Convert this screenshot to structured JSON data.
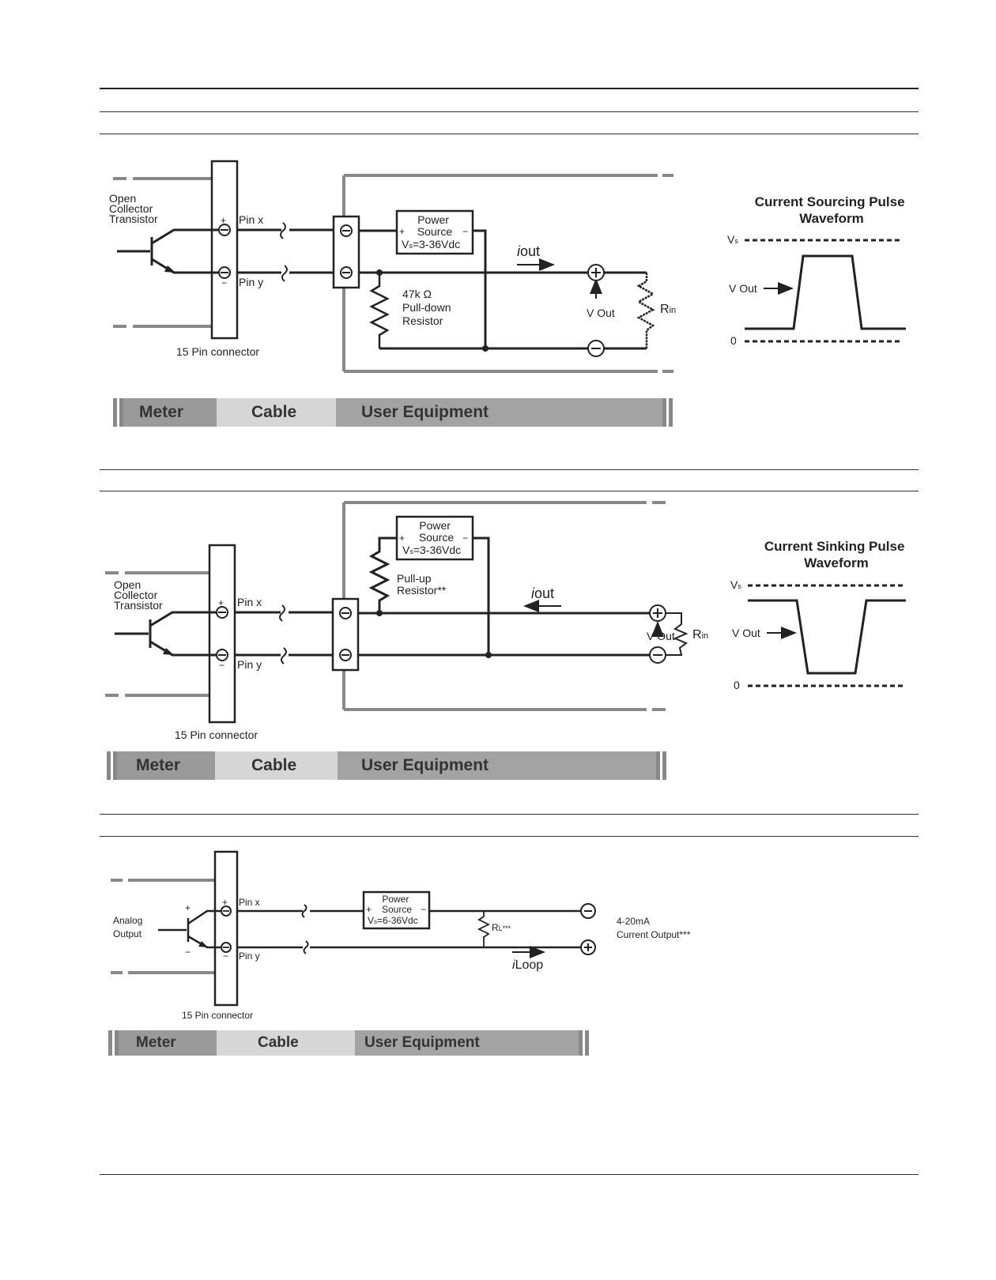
{
  "common": {
    "open_collector": [
      "Open",
      "Collector",
      "Transistor"
    ],
    "pin_x": "Pin x",
    "pin_y": "Pin y",
    "connector": "15 Pin connector",
    "power_source": [
      "Power",
      "Source"
    ],
    "plus": "+",
    "minus": "−",
    "iout": "out",
    "v_out": "V Out",
    "r_in_main": "R",
    "r_in_sub": "in",
    "vs_label": "V",
    "vs_sub": "s",
    "zero": "0"
  },
  "diagram1": {
    "vs_range": "=3-36Vdc",
    "resistor": [
      "47k Ω",
      "Pull-down",
      "Resistor"
    ],
    "waveform_title": [
      "Current Sourcing Pulse",
      "Waveform"
    ]
  },
  "diagram2": {
    "vs_range": "=3-36Vdc",
    "resistor": [
      "Pull-up",
      "Resistor**"
    ],
    "waveform_title": [
      "Current Sinking Pulse",
      "Waveform"
    ]
  },
  "diagram3": {
    "analog_output": [
      "Analog",
      "Output"
    ],
    "vs_range": "=6-36Vdc",
    "rl_main": "R",
    "rl_sub": "L***",
    "loop_main": "i",
    "loop_sub": "Loop",
    "current_output": [
      "4-20mA",
      "Current Output***"
    ]
  },
  "legend_bars": [
    {
      "meter": "Meter",
      "cable": "Cable",
      "user": "User Equipment"
    },
    {
      "meter": "Meter",
      "cable": "Cable",
      "user": "User Equipment"
    },
    {
      "meter": "Meter",
      "cable": "Cable",
      "user": "User Equipment"
    }
  ],
  "colors": {
    "meter": "#9a9a9a",
    "cable": "#d6d6d6",
    "user": "#a3a3a3",
    "frame": "#8a8a8a",
    "wire": "#222222"
  }
}
